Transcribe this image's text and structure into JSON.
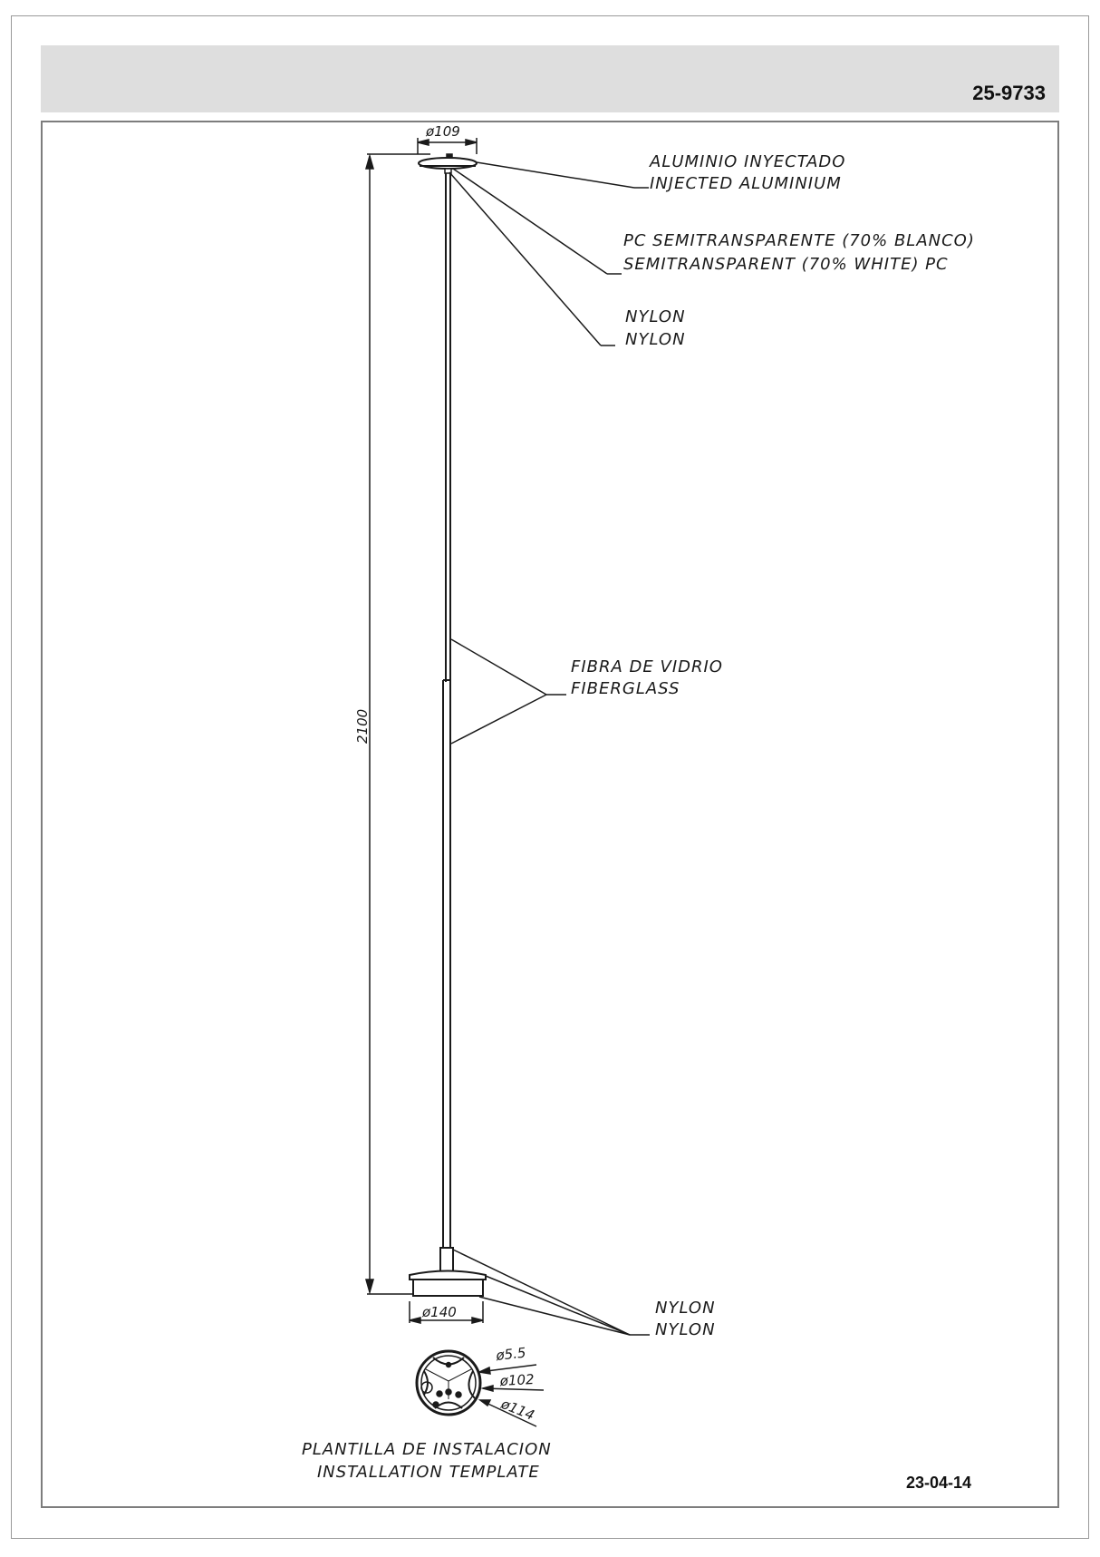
{
  "header": {
    "model_code": "25-9733"
  },
  "footer": {
    "date": "23-04-14"
  },
  "dimensions": {
    "head_diameter": "ø109",
    "base_diameter": "ø140",
    "height": "2100",
    "template_hole": "ø5.5",
    "template_inner": "ø102",
    "template_outer": "ø114"
  },
  "callouts": [
    {
      "es": "ALUMINIO  INYECTADO",
      "en": "INJECTED  ALUMINIUM"
    },
    {
      "es": "PC  SEMITRANSPARENTE  (70%  BLANCO)",
      "en": "SEMITRANSPARENT  (70%  WHITE)  PC"
    },
    {
      "es": "NYLON",
      "en": "NYLON"
    },
    {
      "es": "FIBRA  DE  VIDRIO",
      "en": "FIBERGLASS"
    },
    {
      "es": "NYLON",
      "en": "NYLON"
    }
  ],
  "template": {
    "title_es": "PLANTILLA  DE  INSTALACION",
    "title_en": "INSTALLATION  TEMPLATE"
  },
  "colors": {
    "header_band": "#dedede",
    "frame": "#7d7d7d",
    "line": "#1a1a1a"
  }
}
